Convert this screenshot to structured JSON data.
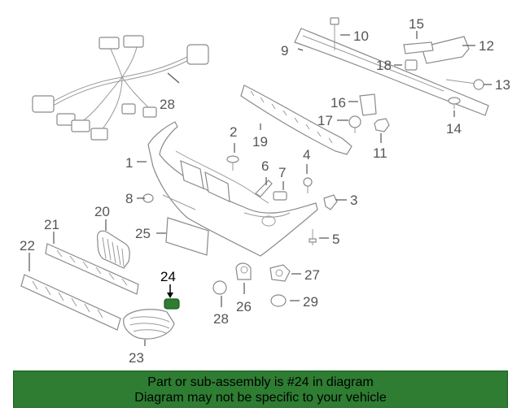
{
  "diagram": {
    "callouts": [
      "1",
      "2",
      "3",
      "4",
      "5",
      "6",
      "7",
      "8",
      "9",
      "10",
      "11",
      "12",
      "13",
      "14",
      "15",
      "16",
      "17",
      "18",
      "19",
      "20",
      "21",
      "22",
      "23",
      "24",
      "25",
      "26",
      "27",
      "28",
      "28",
      "29"
    ],
    "highlighted_callout": "24",
    "highlight_color": "#2e7d32"
  },
  "banner": {
    "line1": "Part or sub-assembly is #24 in diagram",
    "line2": "Diagram may not be specific to your vehicle",
    "background": "#2e7d32"
  }
}
